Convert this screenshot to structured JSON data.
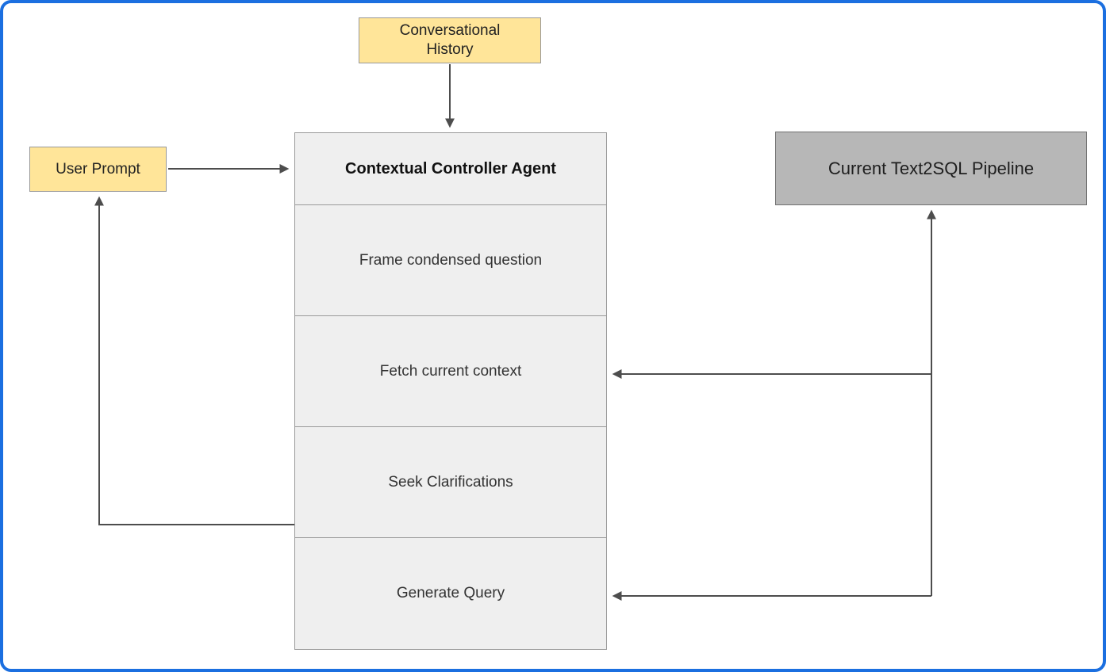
{
  "diagram": {
    "nodes": {
      "conversational_history": {
        "label": "Conversational History"
      },
      "user_prompt": {
        "label": "User Prompt"
      },
      "controller_agent": {
        "title": "Contextual Controller Agent",
        "steps": [
          "Frame condensed question",
          "Fetch current context",
          "Seek Clarifications",
          "Generate Query"
        ]
      },
      "text2sql_pipeline": {
        "label": "Current Text2SQL Pipeline"
      }
    },
    "arrows": [
      "conversational-history-to-controller-agent",
      "user-prompt-to-controller-agent",
      "seek-clarifications-to-user-prompt",
      "generate-query-to-text2sql-pipeline",
      "text2sql-pipeline-to-fetch-current-context",
      "text2sql-pipeline-to-generate-query"
    ],
    "colors": {
      "yellow_node_fill": "#ffe599",
      "node_border": "#999999",
      "agent_fill": "#efefef",
      "pipeline_fill": "#b7b7b7",
      "pipeline_border": "#707070",
      "arrow": "#4d4d4d",
      "outer_border": "#1b6fe0",
      "background": "#ffffff"
    }
  }
}
